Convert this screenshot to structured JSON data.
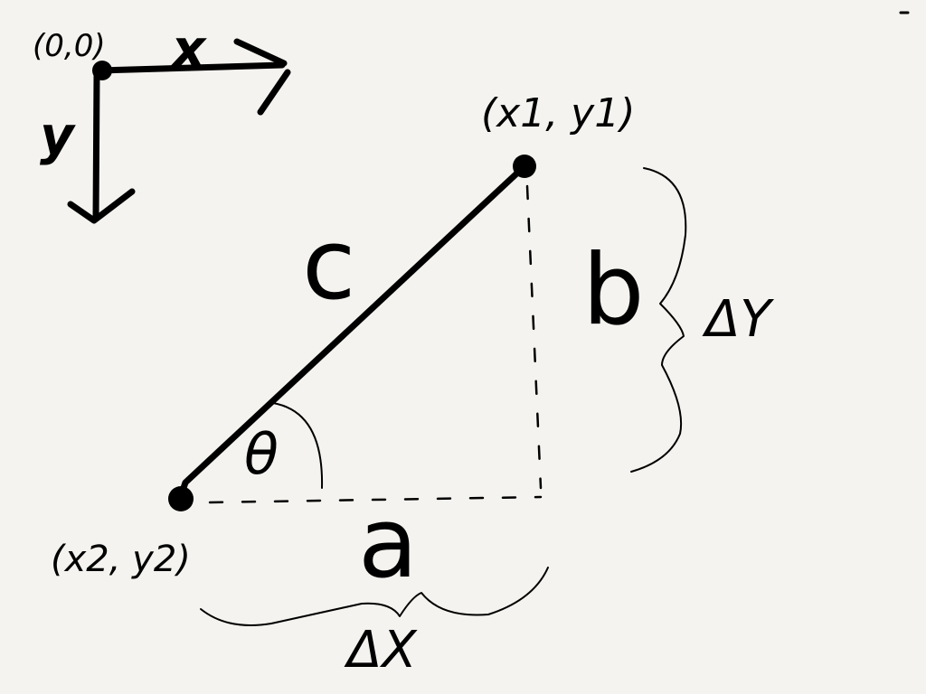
{
  "colors": {
    "background": "#f4f3ef",
    "ink": "#000000"
  },
  "origin": {
    "label": "(0,0)"
  },
  "axes": {
    "x_label": "x",
    "y_label": "y"
  },
  "points": {
    "p1": {
      "label": "(x1, y1)"
    },
    "p2": {
      "label": "(x2, y2)"
    }
  },
  "triangle": {
    "hypotenuse_label": "c",
    "vertical_leg_label": "b",
    "horizontal_leg_label": "a",
    "angle_label": "θ"
  },
  "braces": {
    "vertical_label": "ΔY",
    "horizontal_label": "ΔX"
  }
}
